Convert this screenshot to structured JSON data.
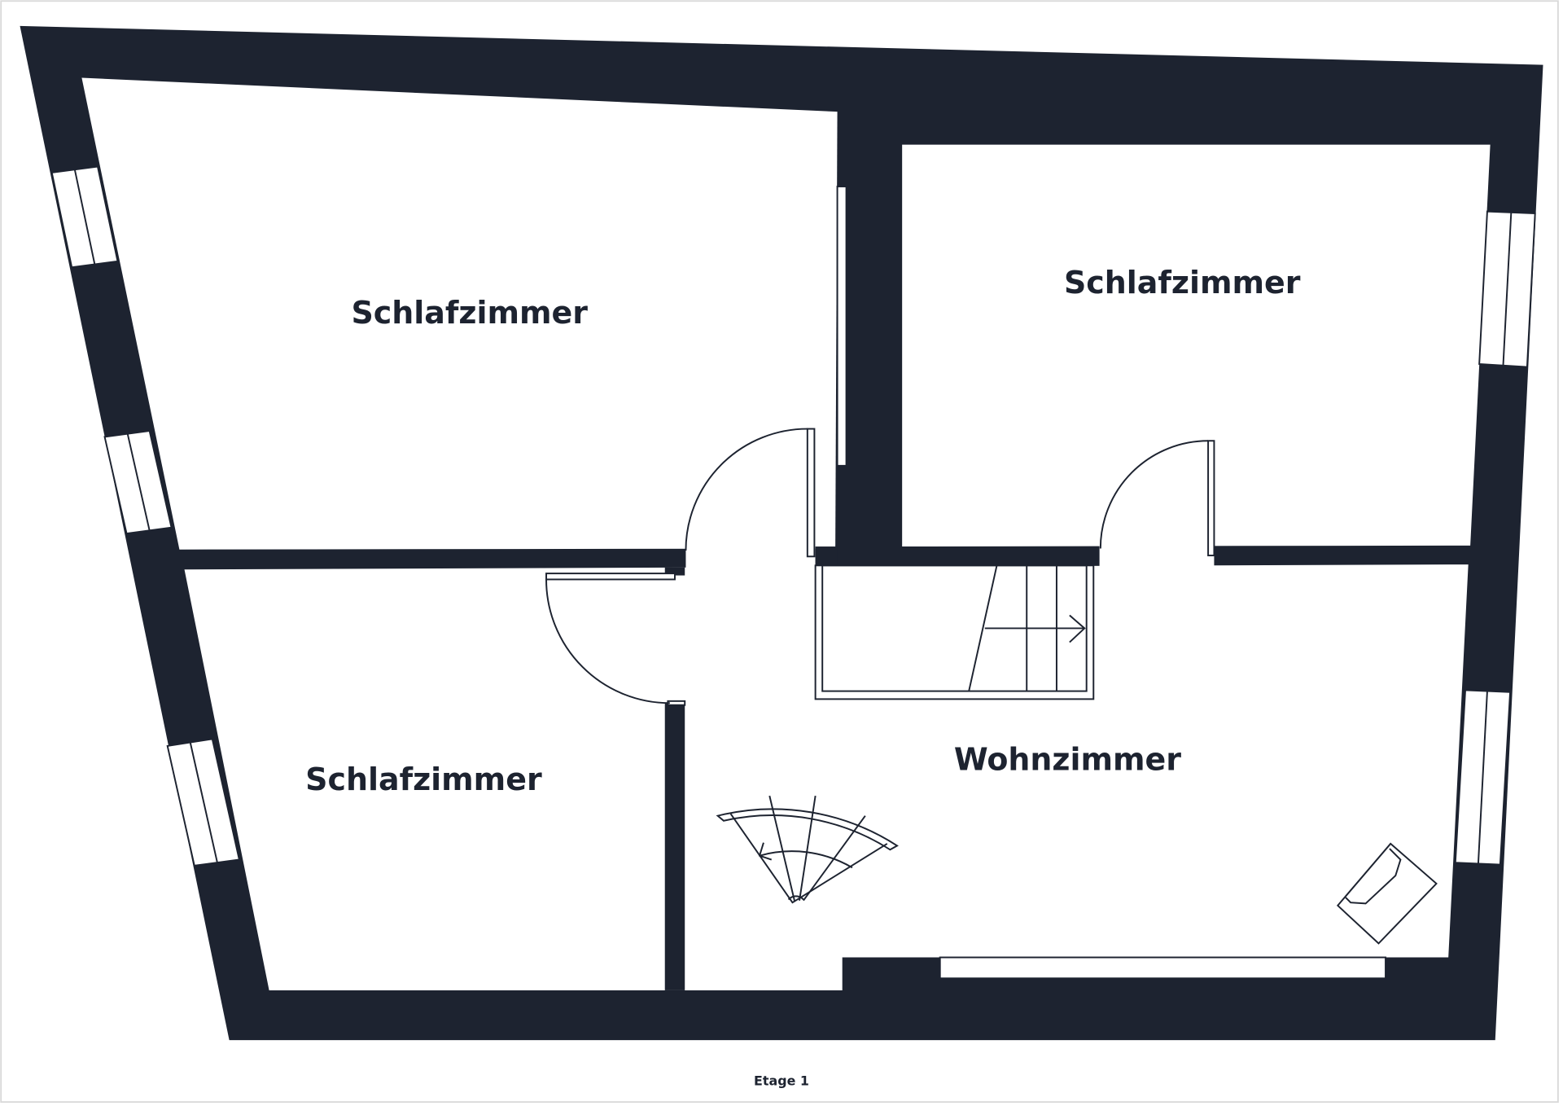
{
  "floor_label": "Etage 1",
  "colors": {
    "wall": "#1d2330",
    "floor": "#ffffff",
    "border": "#d9d9d9"
  },
  "rooms": [
    {
      "name": "Schlafzimmer"
    },
    {
      "name": "Schlafzimmer"
    },
    {
      "name": "Schlafzimmer"
    },
    {
      "name": "Wohnzimmer"
    }
  ]
}
